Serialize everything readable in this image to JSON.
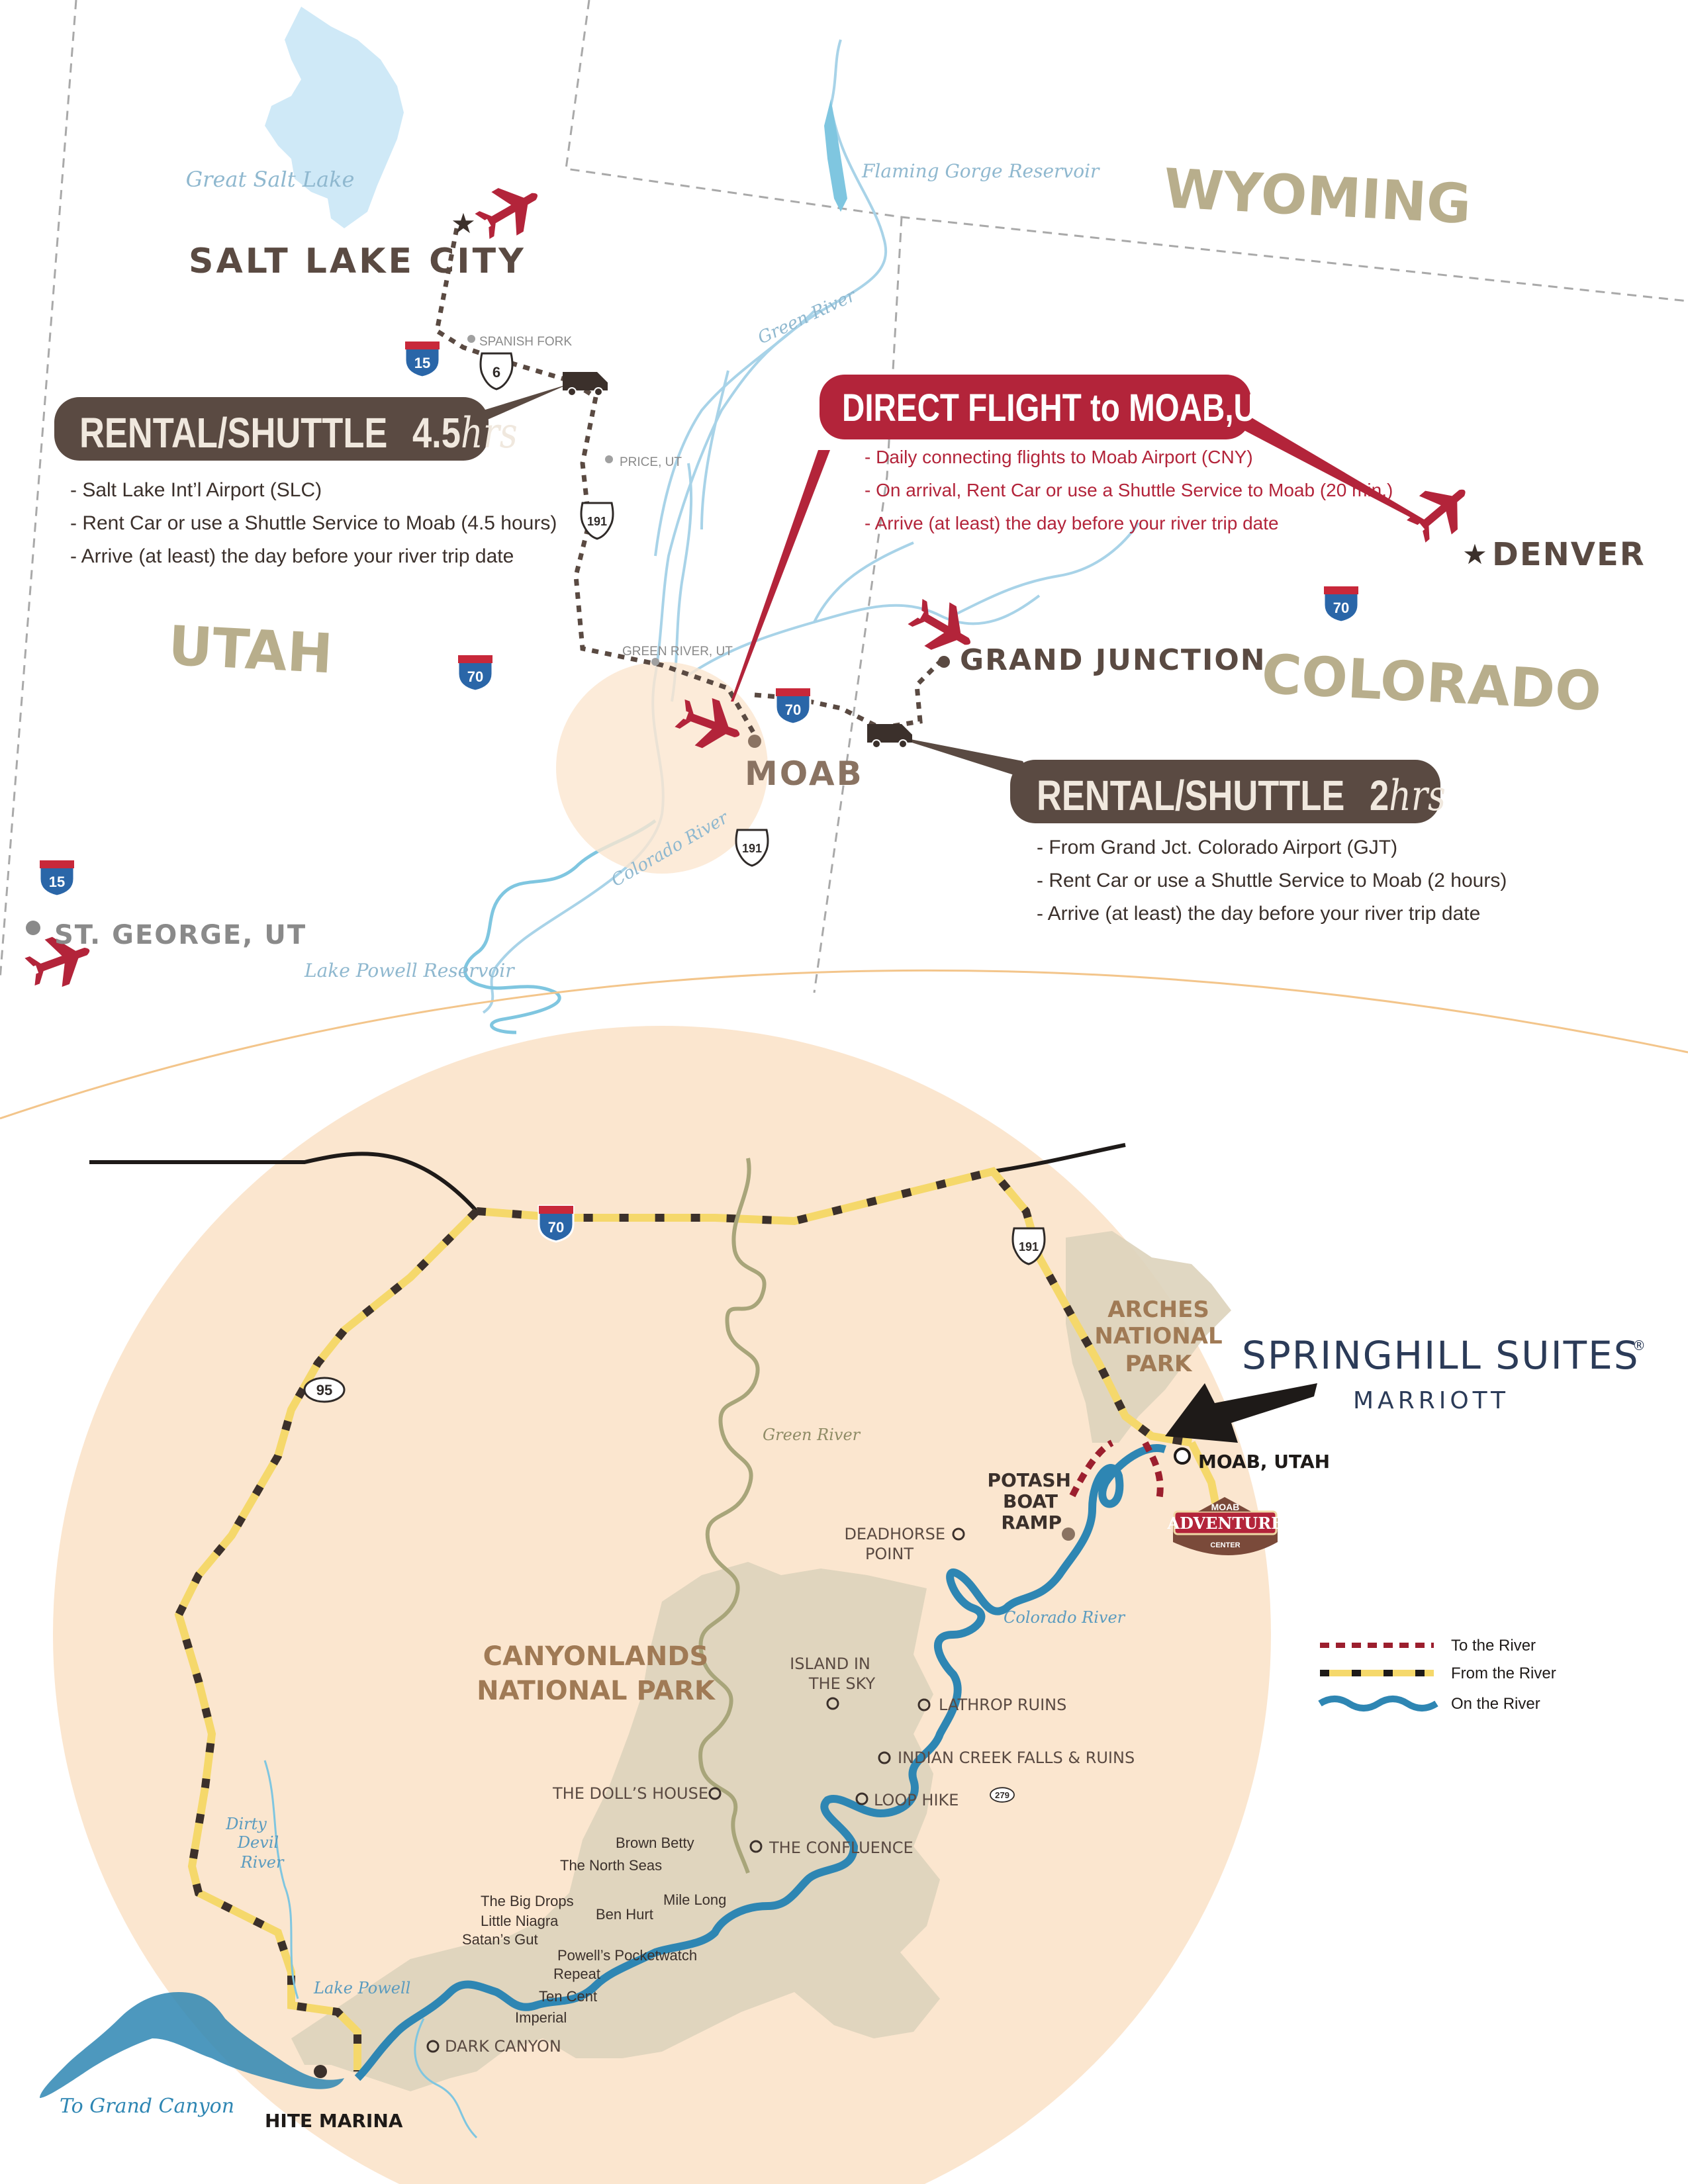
{
  "colors": {
    "water": "#7fc6e0",
    "water_dark": "#2e86b3",
    "lake": "#cfe9f7",
    "red": "#b3243a",
    "brown": "#5a4a42",
    "tan": "#b8ae8c",
    "peach": "#fbe6cf",
    "park": "#ddd3bb",
    "road": "#f5d86b",
    "roaddash": "#3b302b"
  },
  "icons": [
    "airplane-icon",
    "star-icon",
    "van-icon",
    "interstate-shield-icon",
    "us-route-shield-icon",
    "state-route-shield-icon",
    "moab-adventure-center-logo"
  ],
  "states": {
    "utah": "UTAH",
    "wyoming": "WYOMING",
    "colorado": "COLORADO"
  },
  "water_labels": {
    "great_salt_lake": "Great Salt Lake",
    "flaming_gorge": "Flaming Gorge Reservoir",
    "green_river": "Green River",
    "colorado_river": "Colorado River",
    "lake_powell_reservoir": "Lake Powell Reservoir",
    "green_river_lower": "Green River",
    "colorado_river_lower": "Colorado River",
    "dirty_devil": [
      "Dirty",
      "Devil",
      "River"
    ],
    "lake_powell": "Lake Powell"
  },
  "cities": {
    "salt_lake_city": "SALT LAKE CITY",
    "spanish_fork": "SPANISH FORK",
    "price": "PRICE, UT",
    "green_river": "GREEN RIVER, UT",
    "moab": "MOAB",
    "grand_junction": "GRAND JUNCTION",
    "denver": "DENVER",
    "st_george": "ST. GEORGE, UT"
  },
  "shields": {
    "i15_top": "15",
    "us6": "6",
    "us191_top": "191",
    "i70_left": "70",
    "i70_mid": "70",
    "i70_right": "70",
    "us191_moab": "191",
    "i15_left": "15",
    "i70_bottom": "70",
    "us191_bottom": "191",
    "sr95": "95",
    "sr279": "279"
  },
  "callouts": {
    "slc": {
      "title": "RENTAL/SHUTTLE",
      "time": "4.5",
      "unit": "hrs",
      "items": [
        "- Salt Lake Int’l Airport (SLC)",
        "- Rent Car or use a Shuttle Service to Moab (4.5 hours)",
        "- Arrive (at least) the day before your river trip date"
      ]
    },
    "direct": {
      "title": "DIRECT FLIGHT to MOAB,UT",
      "items": [
        "- Daily connecting flights to Moab Airport (CNY)",
        "- On arrival, Rent Car or use a Shuttle Service to Moab (20 min.)",
        "- Arrive (at least) the day before your river trip date"
      ]
    },
    "gjt": {
      "title": "RENTAL/SHUTTLE",
      "time": "2",
      "unit": "hrs",
      "items": [
        "- From Grand Jct. Colorado Airport (GJT)",
        "- Rent Car or use a Shuttle Service to Moab (2 hours)",
        "- Arrive (at least) the day before your river trip date"
      ]
    }
  },
  "detail": {
    "arches": [
      "ARCHES",
      "NATIONAL",
      "PARK"
    ],
    "canyonlands": [
      "CANYONLANDS",
      "NATIONAL PARK"
    ],
    "hotel": {
      "name": "SPRINGHILL SUITES",
      "brand": "MARRIOTT",
      "reg": "®"
    },
    "moab_utah": "MOAB, UTAH",
    "logo": {
      "top": "MOAB",
      "middle": "ADVENTURE",
      "bottom": "CENTER"
    },
    "potash": [
      "POTASH",
      "BOAT",
      "RAMP"
    ],
    "places": {
      "deadhorse": [
        "DEADHORSE",
        "POINT"
      ],
      "island": [
        "ISLAND IN",
        "THE SKY"
      ],
      "lathrop": "LATHROP RUINS",
      "indian_creek": "INDIAN CREEK FALLS & RUINS",
      "dolls_house": "THE DOLL’S HOUSE",
      "loop_hike": "LOOP HIKE",
      "confluence": "THE CONFLUENCE",
      "dark_canyon": "DARK CANYON",
      "hite": "HITE MARINA",
      "to_grand_canyon": "To Grand Canyon"
    },
    "rapids": [
      "Brown Betty",
      "The North Seas",
      "Mile Long",
      "The Big Drops",
      "Little Niagra",
      "Satan’s Gut",
      "Ben Hurt",
      "Powell’s Pocketwatch",
      "Repeat",
      "Ten Cent",
      "Imperial"
    ],
    "legend": [
      {
        "label": "To the River",
        "style": "red-dashed"
      },
      {
        "label": "From the River",
        "style": "yellow-black-dashed"
      },
      {
        "label": "On the River",
        "style": "blue-wavy"
      }
    ]
  }
}
